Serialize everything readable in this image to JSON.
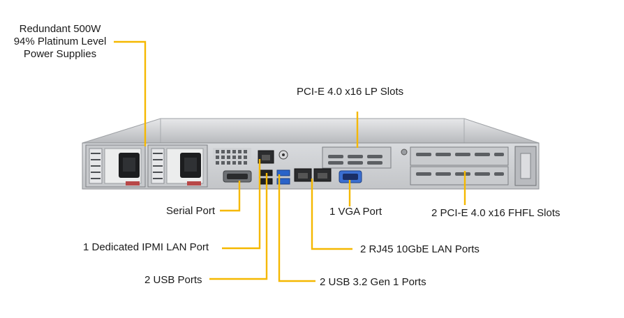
{
  "callouts": {
    "psu": "Redundant 500W\n94% Platinum Level\nPower Supplies",
    "pcie_lp": "PCI-E 4.0 x16 LP Slots",
    "serial": "Serial Port",
    "vga": "1 VGA Port",
    "pcie_fhfl": "2 PCI-E 4.0 x16 FHFL Slots",
    "ipmi": "1 Dedicated IPMI  LAN Port",
    "rj45": "2 RJ45 10GbE LAN Ports",
    "usb": "2 USB Ports",
    "usb32": "2 USB 3.2 Gen 1 Ports"
  },
  "colors": {
    "leader": "#f5b800",
    "chassis_light": "#d4d6d9",
    "chassis_dark": "#8e9196",
    "port_blue": "#2a63c9",
    "vga_blue": "#3b6fd1"
  }
}
